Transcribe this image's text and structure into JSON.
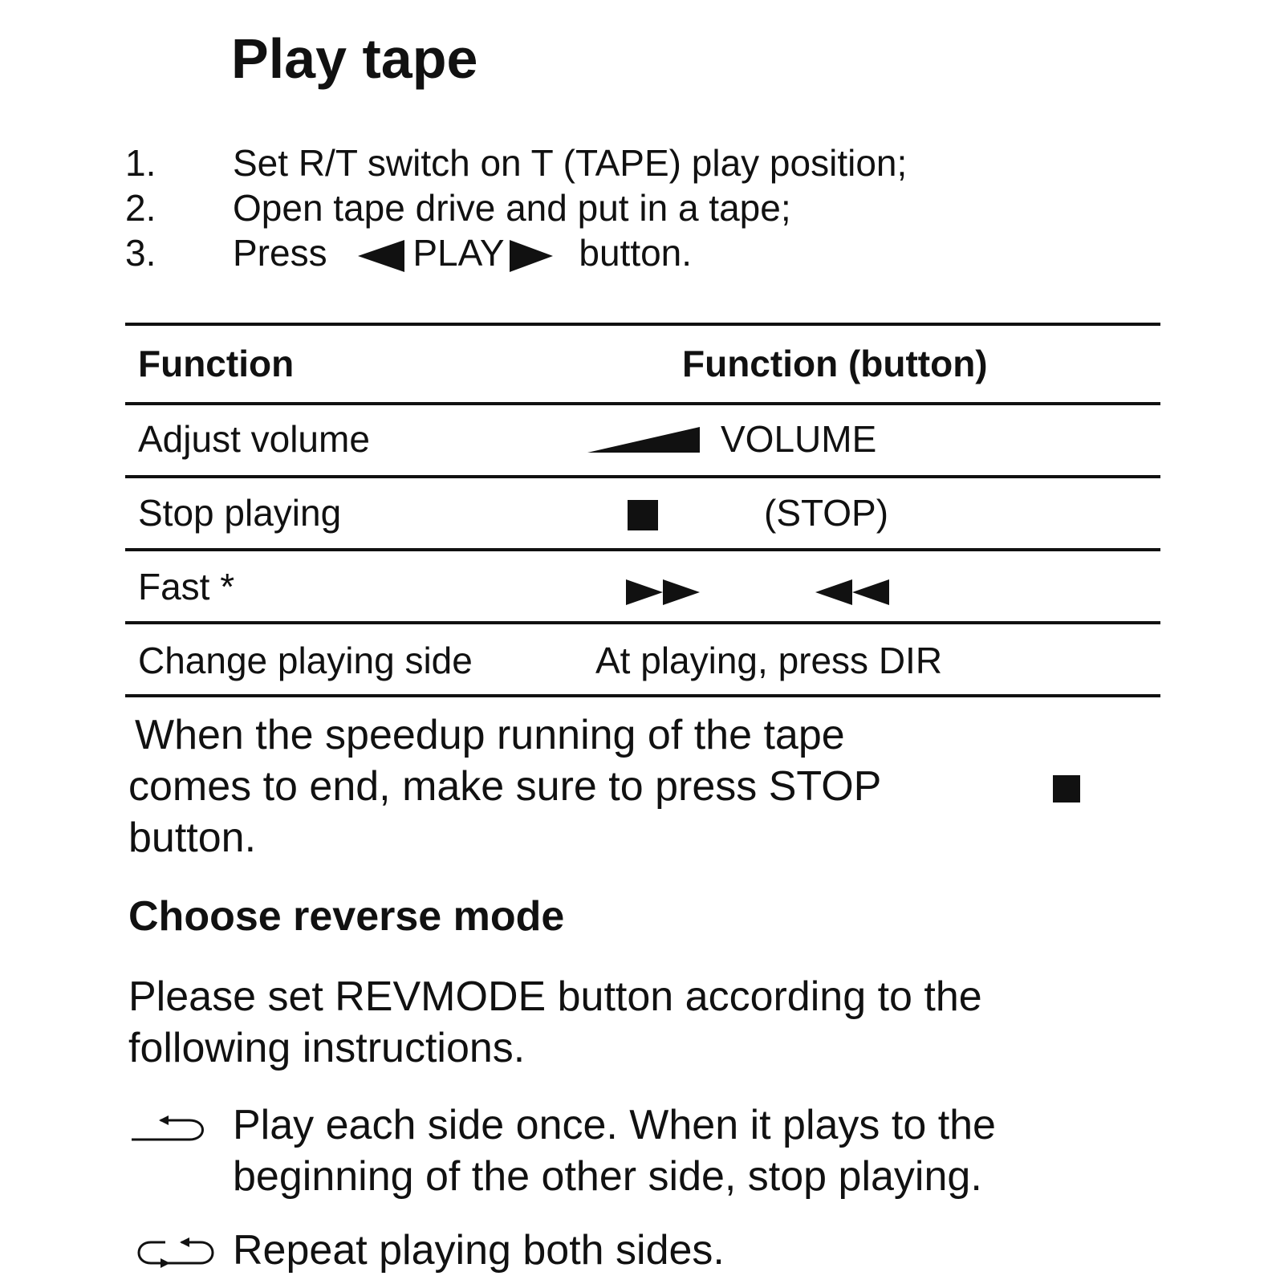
{
  "title": "Play tape",
  "steps": [
    {
      "num": "1.",
      "text": "Set R/T switch on T (TAPE) play position;"
    },
    {
      "num": "2.",
      "text": "Open tape drive and put in a tape;"
    },
    {
      "num": "3.",
      "pre": "Press",
      "button": "PLAY",
      "post": "button."
    }
  ],
  "table": {
    "headers": [
      "Function",
      "Function (button)"
    ],
    "rows": [
      {
        "function": "Adjust volume",
        "button": "VOLUME",
        "icons": [
          "volume-ramp-icon"
        ]
      },
      {
        "function": "Stop playing",
        "button": "(STOP)",
        "icons": [
          "stop-icon"
        ]
      },
      {
        "function": "Fast *",
        "button": "",
        "icons": [
          "fast-forward-icon",
          "rewind-icon"
        ]
      },
      {
        "function": "Change playing side",
        "button": "At playing, press DIR",
        "icons": []
      }
    ]
  },
  "note": {
    "line1": "When the speedup running of the tape",
    "line2": "comes to end, make sure to press STOP",
    "line3": "button.",
    "icon": "stop-icon"
  },
  "reverse": {
    "heading": "Choose reverse mode",
    "intro1": "Please set REVMODE button according to the",
    "intro2": "following instructions.",
    "modes": [
      {
        "icon": "one-way-return-icon",
        "line1": "Play each side once. When it plays to the",
        "line2": "beginning of the other side, stop playing."
      },
      {
        "icon": "loop-repeat-icon",
        "line1": "Repeat playing both sides."
      }
    ]
  },
  "colors": {
    "ink": "#111111",
    "background": "#ffffff"
  }
}
